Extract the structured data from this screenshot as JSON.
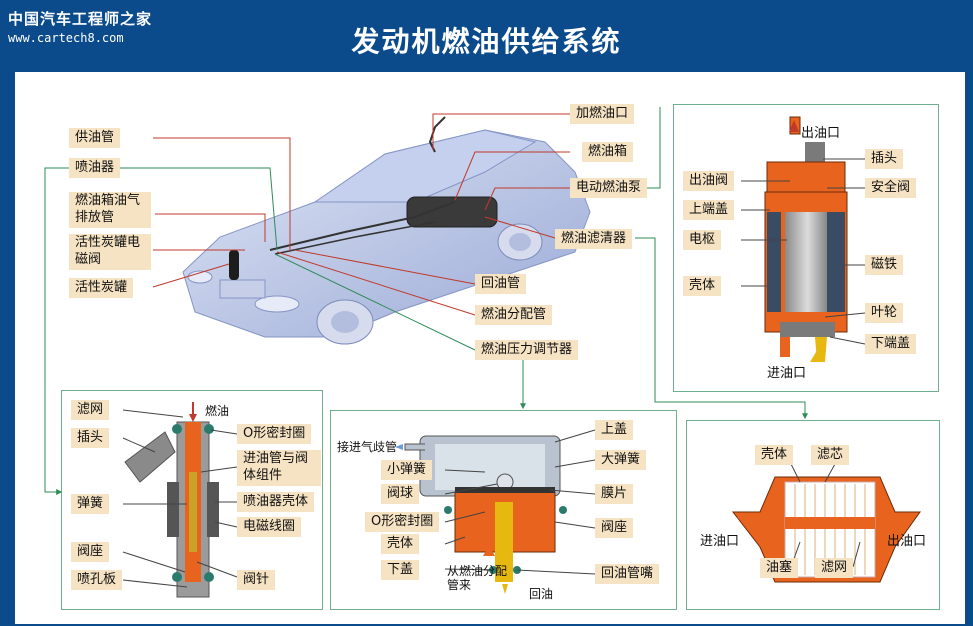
{
  "header": {
    "logo_text": "中国汽车工程师之家",
    "logo_url": "www.cartech8.com",
    "title": "发动机燃油供给系统"
  },
  "colors": {
    "background": "#0b4b8c",
    "label_fill": "#f5e3c4",
    "leader_red": "#c0392b",
    "leader_green": "#2e8b57",
    "pump_orange": "#e8641e"
  },
  "car_labels": {
    "fuel_rail": "供油管",
    "injector": "喷油器",
    "tank_vent": "燃油箱油气排放管",
    "canister_valve": "活性炭罐电磁阀",
    "canister": "活性炭罐",
    "filler": "加燃油口",
    "tank": "燃油箱",
    "electric_pump": "电动燃油泵",
    "fuel_filter": "燃油滤清器",
    "return_pipe": "回油管",
    "distributor": "燃油分配管",
    "regulator": "燃油压力调节器"
  },
  "pump_panel": {
    "outlet_top": "出油口",
    "outlet_valve": "出油阀",
    "upper_cap": "上端盖",
    "armature": "电枢",
    "housing": "壳体",
    "plug": "插头",
    "safety_valve": "安全阀",
    "magnet": "磁铁",
    "impeller": "叶轮",
    "lower_cap": "下端盖",
    "inlet": "进油口"
  },
  "injector_panel": {
    "screen": "滤网",
    "fuel_in": "燃油",
    "plug": "插头",
    "o_ring": "O形密封圈",
    "inlet_assembly": "进油管与阀体组件",
    "injector_housing": "喷油器壳体",
    "spring": "弹簧",
    "coil": "电磁线圈",
    "valve_seat": "阀座",
    "nozzle_plate": "喷孔板",
    "needle": "阀针"
  },
  "regulator_panel": {
    "intake_manifold": "接进气歧管",
    "upper_cover": "上盖",
    "large_spring": "大弹簧",
    "small_spring": "小弹簧",
    "valve_ball": "阀球",
    "diaphragm": "膜片",
    "o_ring": "O形密封圈",
    "valve_seat": "阀座",
    "housing": "壳体",
    "lower_cover": "下盖",
    "from_rail": "从燃油分配管来",
    "return_nozzle": "回油管嘴",
    "return_oil": "回油"
  },
  "filter_panel": {
    "housing": "壳体",
    "element": "滤芯",
    "inlet": "进油口",
    "outlet": "出油口",
    "plug": "油塞",
    "screen": "滤网"
  }
}
